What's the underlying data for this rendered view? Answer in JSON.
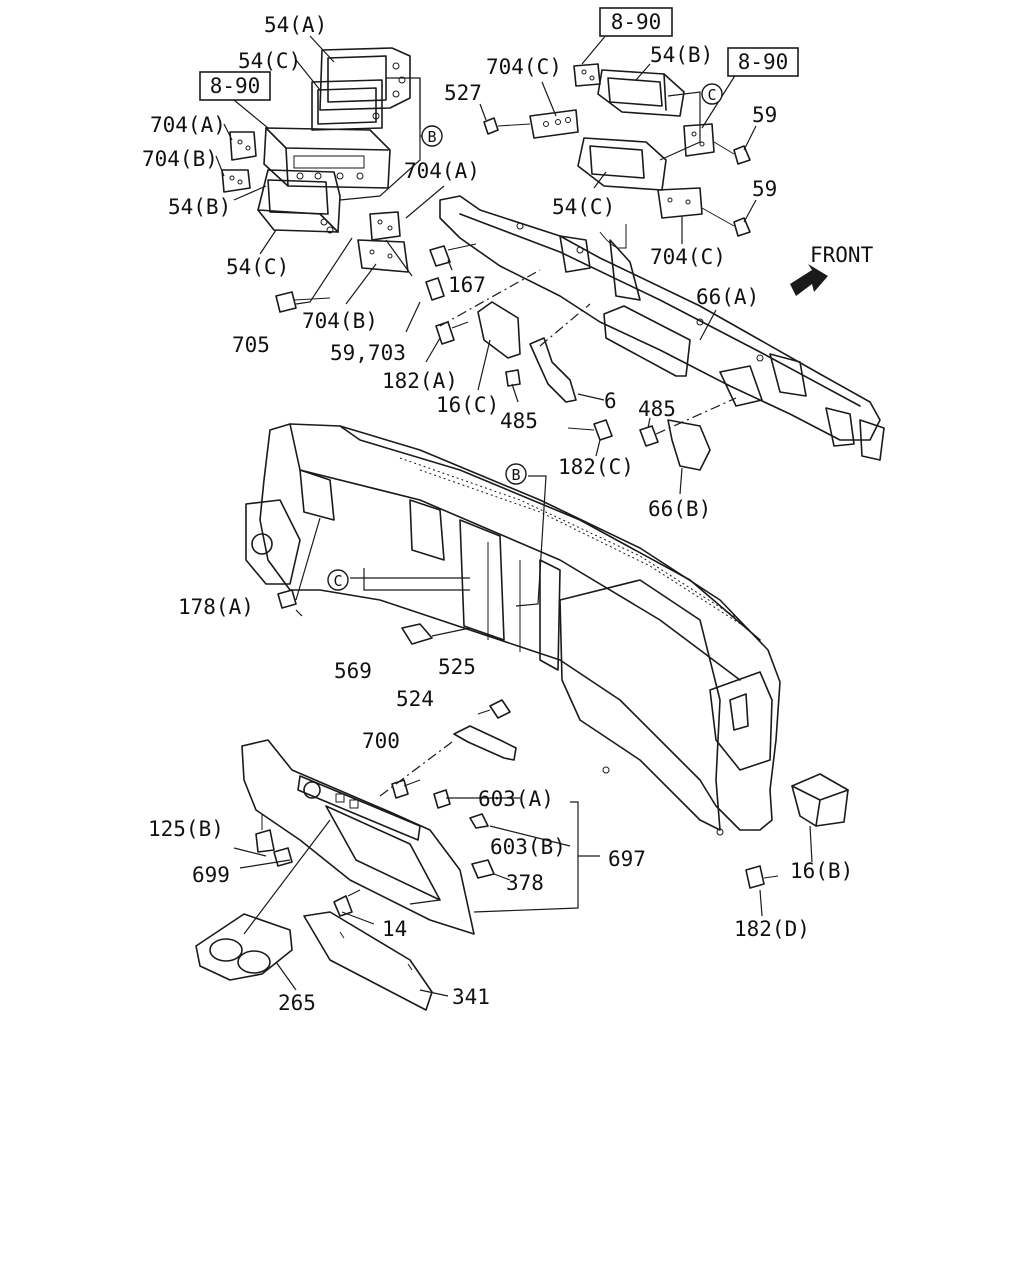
{
  "labels": {
    "l54a_top": "54(A)",
    "l54c_top": "54(C)",
    "ref890_left": "8-90",
    "l704a_left": "704(A)",
    "l704b_left": "704(B)",
    "l54b_left": "54(B)",
    "l54c_left": "54(C)",
    "ref890_top": "8-90",
    "l704c_top": "704(C)",
    "l527": "527",
    "l54b_right": "54(B)",
    "ref890_right": "8-90",
    "l59_a": "59",
    "l59_b": "59",
    "l54c_right": "54(C)",
    "l704c_right": "704(C)",
    "l704a_mid": "704(A)",
    "l167": "167",
    "l705": "705",
    "l704b_mid": "704(B)",
    "l59_703": "59,703",
    "l182a": "182(A)",
    "l16c": "16(C)",
    "l485_left": "485",
    "l6": "6",
    "l485_right": "485",
    "l182c": "182(C)",
    "l66a": "66(A)",
    "l66b": "66(B)",
    "front": "FRONT",
    "l178a": "178(A)",
    "l569": "569",
    "l525": "525",
    "l524": "524",
    "l700": "700",
    "l603a": "603(A)",
    "l125b": "125(B)",
    "l603b": "603(B)",
    "l697": "697",
    "l699": "699",
    "l378": "378",
    "l14": "14",
    "l182d": "182(D)",
    "l16b": "16(B)",
    "l265": "265",
    "l341": "341"
  },
  "refs": {
    "b": "B",
    "c": "C"
  }
}
